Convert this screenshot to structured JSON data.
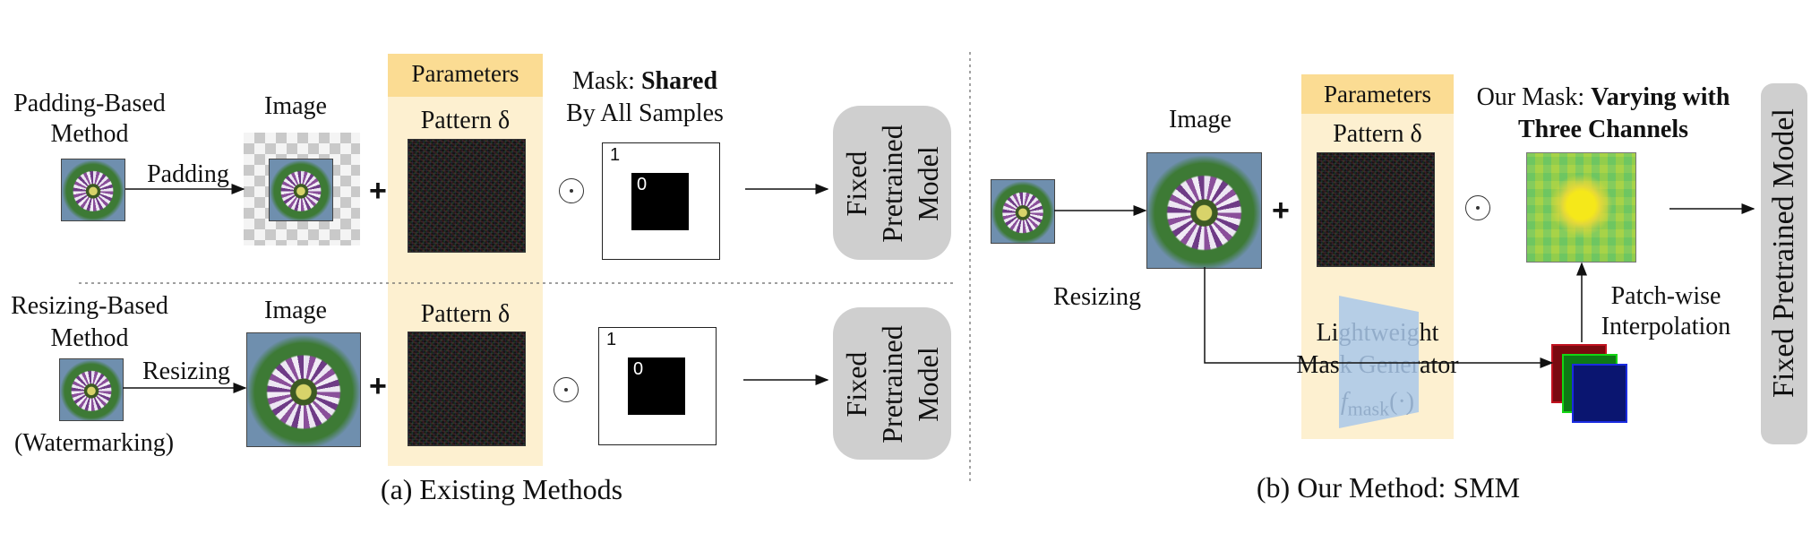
{
  "part_a": {
    "caption": "(a) Existing Methods",
    "top_row": {
      "method_label_line1": "Padding-Based",
      "method_label_line2": "Method",
      "image_label": "Image",
      "arrow_label": "Padding",
      "params_header": "Parameters",
      "pattern_label": "Pattern δ",
      "mask_label_prefix": "Mask: ",
      "mask_label_bold": "Shared",
      "mask_label_line2": "By All Samples",
      "mask_outer_value": "1",
      "mask_inner_value": "0",
      "model_line1": "Fixed",
      "model_line2": "Pretrained",
      "model_line3": "Model"
    },
    "bottom_row": {
      "method_label_line1": "Resizing-Based",
      "method_label_line2": "Method",
      "method_label_line3": "(Watermarking)",
      "image_label": "Image",
      "arrow_label": "Resizing",
      "pattern_label": "Pattern δ",
      "mask_outer_value": "1",
      "mask_inner_value": "0",
      "model_line1": "Fixed",
      "model_line2": "Pretrained",
      "model_line3": "Model"
    },
    "operators": {
      "plus": "+",
      "hadamard": "⊙"
    }
  },
  "part_b": {
    "caption": "(b) Our Method: SMM",
    "image_label": "Image",
    "resizing_label": "Resizing",
    "params_header": "Parameters",
    "pattern_label": "Pattern δ",
    "mask_label_prefix": "Our Mask: ",
    "mask_label_bold_line1": "Varying with",
    "mask_label_bold_line2": "Three Channels",
    "generator_line1": "Lightweight",
    "generator_line2": "Mask Generator",
    "generator_func": "f",
    "generator_sub": "mask",
    "generator_arg": "(·)",
    "interp_line1": "Patch-wise",
    "interp_line2": "Interpolation",
    "model_label": "Fixed Pretrained Model"
  },
  "colors": {
    "params_bg": "#fdf0d0",
    "params_header_bg": "#fbdc93",
    "model_bg": "#cfcfcf",
    "generator_fill": "#a9c8ea"
  }
}
